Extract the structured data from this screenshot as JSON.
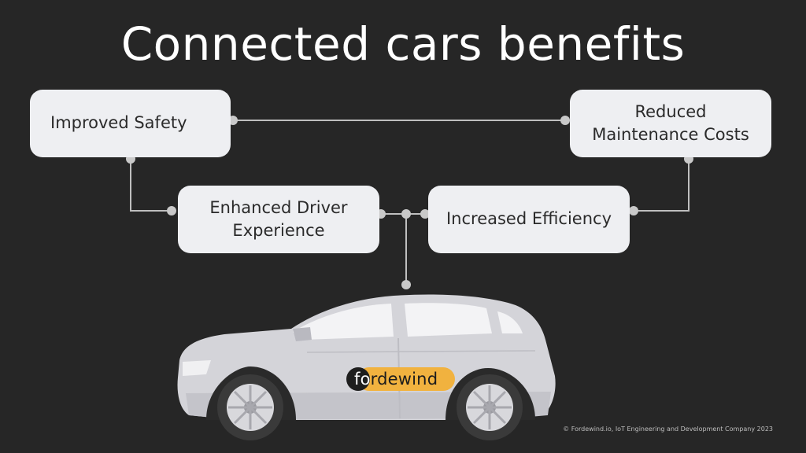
{
  "title": "Connected cars benefits",
  "benefits": {
    "safety": "Improved Safety",
    "maintenance_line1": "Reduced",
    "maintenance_line2": "Maintenance Costs",
    "driver_line1": "Enhanced Driver",
    "driver_line2": "Experience",
    "efficiency": "Increased Efficiency"
  },
  "brand": {
    "prefix": "fo",
    "suffix": "rdewind",
    "accent_color": "#f1b23f"
  },
  "footer": {
    "copyright": "© Fordewind.io, IoT Engineering and Development Company 2023"
  }
}
